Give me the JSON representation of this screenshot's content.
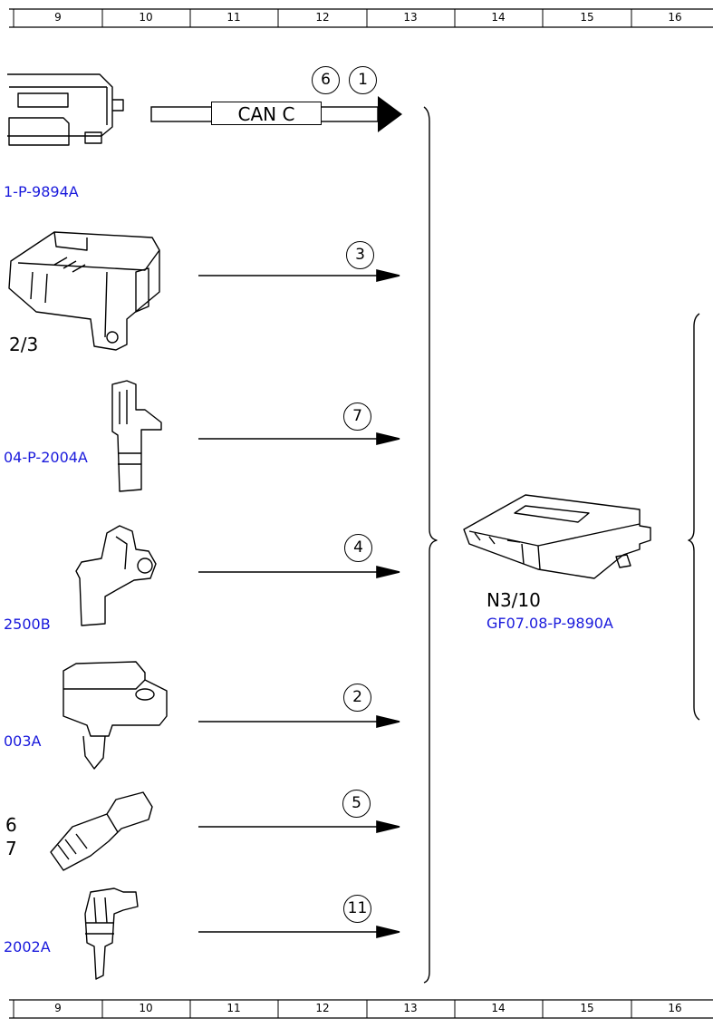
{
  "ruler": {
    "columns": [
      "9",
      "10",
      "11",
      "12",
      "13",
      "14",
      "15",
      "16"
    ]
  },
  "diagram": {
    "bus": {
      "label": "CAN C",
      "callouts": [
        "6",
        "1"
      ]
    },
    "inputs": [
      {
        "code": "1-P-9894A",
        "ident": "",
        "callout": ""
      },
      {
        "code": "",
        "ident": "2/3",
        "callout": "3"
      },
      {
        "code": "04-P-2004A",
        "ident": "",
        "callout": "7"
      },
      {
        "code": "2500B",
        "ident": "",
        "callout": "4"
      },
      {
        "code": "003A",
        "ident": "",
        "callout": "2"
      },
      {
        "code": "",
        "ident": "6",
        "ident2": "7",
        "callout": "5"
      },
      {
        "code": "2002A",
        "ident": "",
        "callout": "11"
      }
    ],
    "target": {
      "ident": "N3/10",
      "code": "GF07.08-P-9890A"
    }
  },
  "colors": {
    "code_text": "#1a1adc",
    "line": "#000000"
  }
}
